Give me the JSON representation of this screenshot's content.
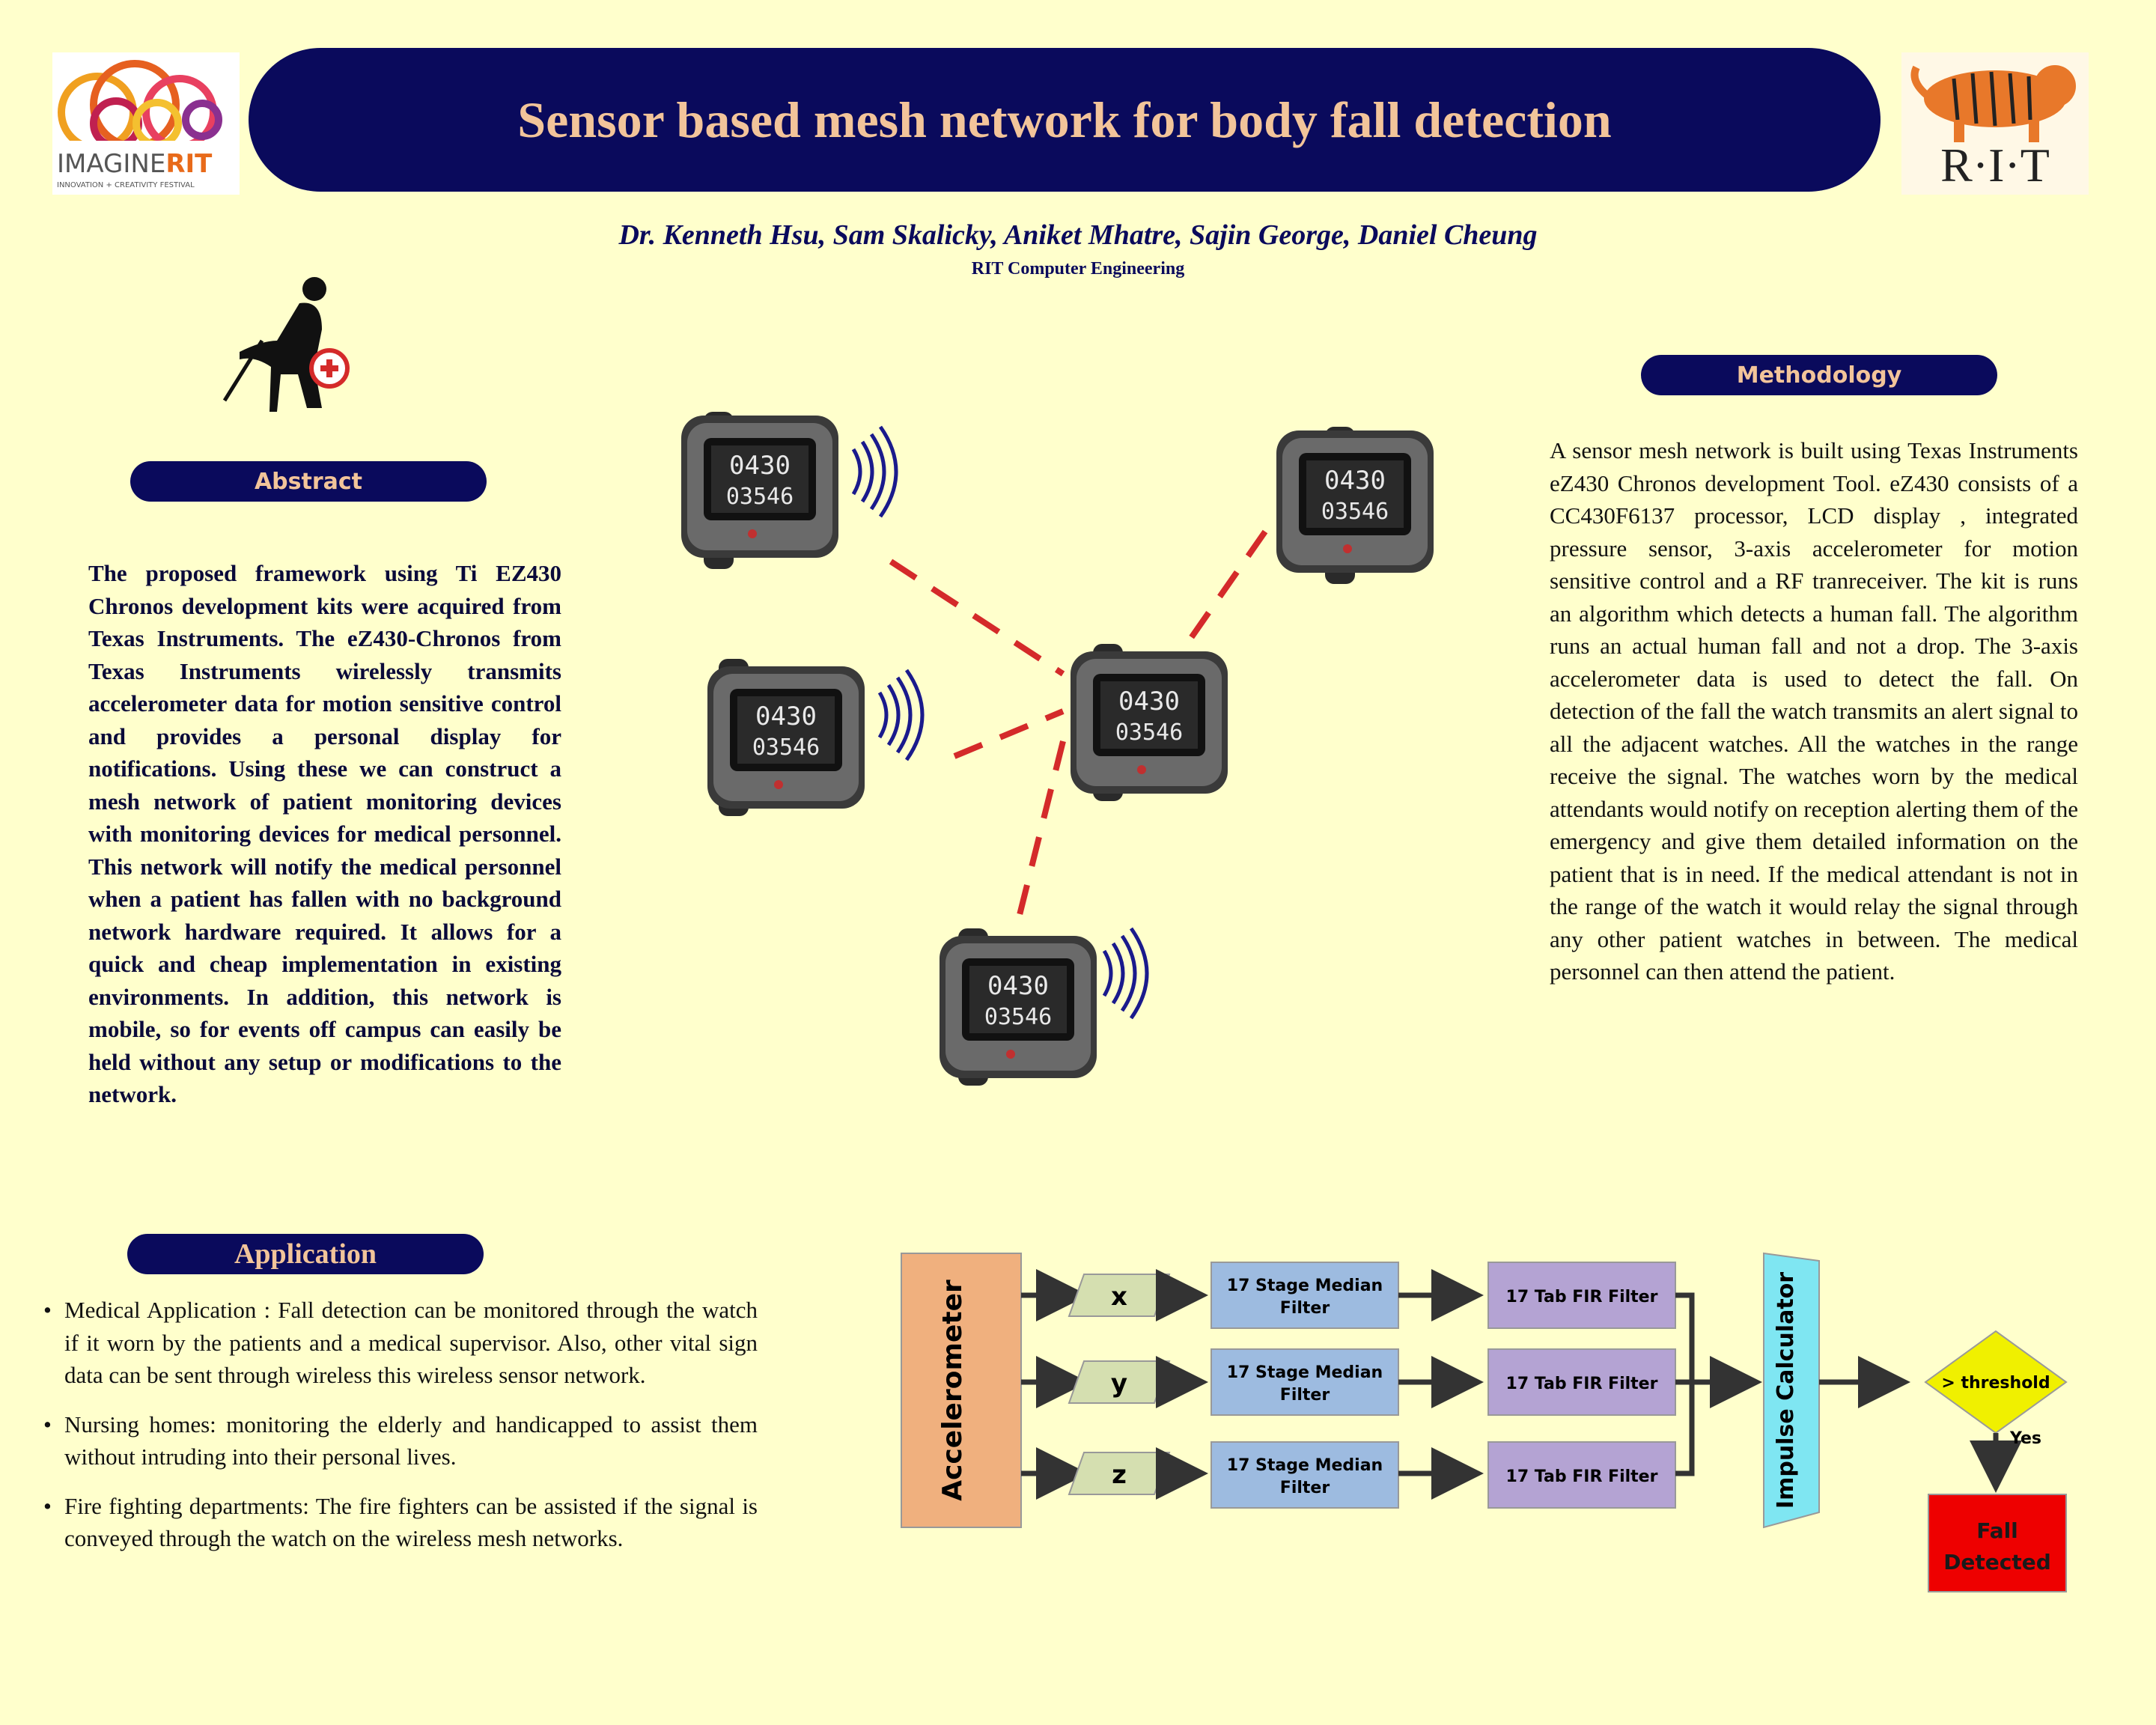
{
  "header": {
    "title": "Sensor based mesh network for body fall detection",
    "authors": "Dr. Kenneth Hsu, Sam Skalicky, Aniket Mhatre, Sajin George, Daniel Cheung",
    "affiliation": "RIT Computer Engineering"
  },
  "logos": {
    "imagine_main": "IMAGINE",
    "imagine_accent": "RIT",
    "imagine_tagline": "INNOVATION + CREATIVITY FESTIVAL",
    "rit_wordmark": "R·I·T"
  },
  "abstract": {
    "heading": "Abstract",
    "text": "The proposed framework using Ti EZ430 Chronos  development kits were acquired from Texas Instruments. The eZ430-Chronos from Texas Instruments wirelessly transmits accelerometer data for motion sensitive control and provides a personal display for notifications. Using these we can construct a mesh network of patient monitoring devices with monitoring devices for medical personnel. This network will notify the medical personnel when a patient has fallen with no background network hardware required. It allows for a quick and cheap implementation in existing environments. In addition, this network is mobile, so for events off campus can easily be held without any setup or modifications to the network."
  },
  "methodology": {
    "heading": "Methodology",
    "text": "A sensor mesh network is built using Texas Instruments eZ430 Chronos development Tool. eZ430 consists of a  CC430F6137 processor, LCD display , integrated pressure sensor, 3-axis accelerometer for motion sensitive control and a RF tranreceiver. The kit is runs an algorithm which detects a human fall. The algorithm runs an actual human fall and not a drop. The 3-axis accelerometer data is used to detect the fall. On detection of the fall the watch transmits an alert signal to all the adjacent watches. All the watches in the range receive the signal. The watches worn by the medical attendants would notify on reception alerting them of the emergency and give them detailed information on the patient that is in need. If the medical attendant is not in the range of the watch it would relay the signal through any other patient watches in between. The medical personnel can then attend the patient."
  },
  "application": {
    "heading": "Application",
    "items": [
      "Medical Application : Fall detection can be monitored through the watch if it worn by the patients and a medical supervisor. Also, other vital sign data can be sent through wireless this wireless sensor network.",
      "Nursing homes: monitoring the elderly and handicapped to assist them without intruding into their personal lives.",
      "Fire fighting departments: The fire fighters can be assisted if the signal is conveyed through the watch on the wireless mesh networks."
    ]
  },
  "watch_display": {
    "line1": "0430",
    "line2": "03546"
  },
  "flowchart": {
    "accelerometer": "Accelerometer",
    "axes": [
      "x",
      "y",
      "z"
    ],
    "median_line1": "17 Stage Median",
    "median_line2": "Filter",
    "fir": "17 Tab FIR Filter",
    "impulse": "Impulse Calculator",
    "threshold": "> threshold",
    "yes": "Yes",
    "fall_line1": "Fall",
    "fall_line2": "Detected"
  },
  "colors": {
    "background": "#ffffcc",
    "navy": "#0a0a5c",
    "title_text": "#f2c49a",
    "accelerometer_box": "#f0b07e",
    "axis_box": "#d5dfb0",
    "median_box": "#9dbbe0",
    "fir_box": "#b4a3d3",
    "impulse_box": "#7fe6f2",
    "threshold_diamond": "#f0f000",
    "fall_box": "#ee0000",
    "mesh_link": "#d42a2a",
    "wireless_waves": "#1a1a8c"
  }
}
